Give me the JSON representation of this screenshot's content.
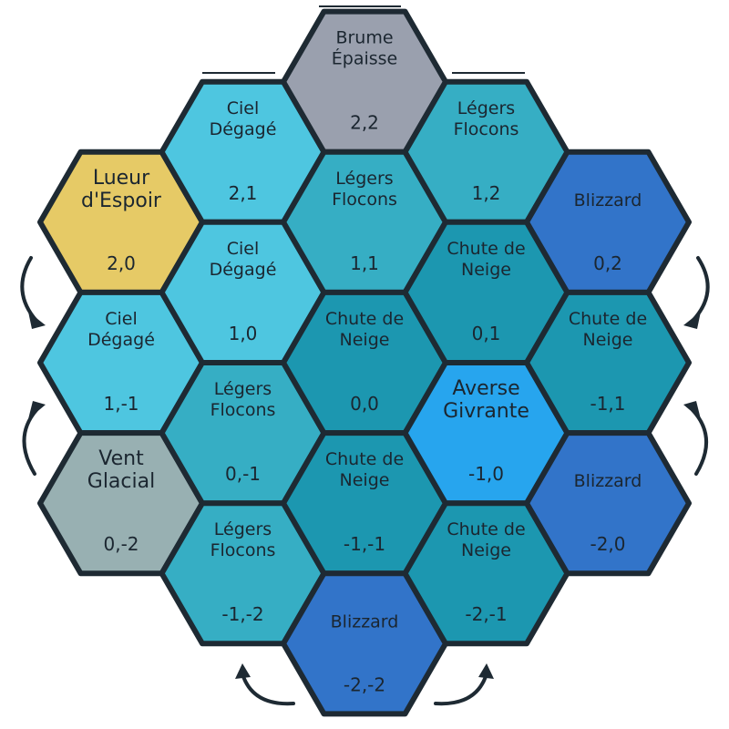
{
  "terrain_colors": {
    "lueur": "#E6CA66",
    "ciel": "#4EC6E0",
    "flocons": "#36AEC4",
    "chute": "#1C97B0",
    "averse": "#27A5EE",
    "blizzard": "#3274C9",
    "vent": "#98B0B2",
    "brume": "#9AA0AE"
  },
  "cells": [
    {
      "q": 2,
      "r": 0,
      "name": [
        "Lueur",
        "d'Espoir"
      ],
      "coord": "2,0",
      "terrain": "lueur"
    },
    {
      "q": 1,
      "r": -1,
      "name": [
        "Ciel",
        "Dégagé"
      ],
      "coord": "1,-1",
      "terrain": "ciel"
    },
    {
      "q": 2,
      "r": 1,
      "name": [
        "Ciel",
        "Dégagé"
      ],
      "coord": "2,1",
      "terrain": "ciel"
    },
    {
      "q": 1,
      "r": 0,
      "name": [
        "Ciel",
        "Dégagé"
      ],
      "coord": "1,0",
      "terrain": "ciel"
    },
    {
      "q": 0,
      "r": -2,
      "name": [
        "Vent",
        "Glacial"
      ],
      "coord": "0,-2",
      "terrain": "vent"
    },
    {
      "q": 2,
      "r": 2,
      "name": [
        "Brume",
        "Épaisse"
      ],
      "coord": "2,2",
      "terrain": "brume"
    },
    {
      "q": 0,
      "r": -1,
      "name": [
        "Légers",
        "Flocons"
      ],
      "coord": "0,-1",
      "terrain": "flocons"
    },
    {
      "q": 1,
      "r": 1,
      "name": [
        "Légers",
        "Flocons"
      ],
      "coord": "1,1",
      "terrain": "flocons"
    },
    {
      "q": -1,
      "r": -2,
      "name": [
        "Légers",
        "Flocons"
      ],
      "coord": "-1,-2",
      "terrain": "flocons"
    },
    {
      "q": 1,
      "r": 2,
      "name": [
        "Légers",
        "Flocons"
      ],
      "coord": "1,2",
      "terrain": "flocons"
    },
    {
      "q": 0,
      "r": 0,
      "name": [
        "Chute de",
        "Neige"
      ],
      "coord": "0,0",
      "terrain": "chute"
    },
    {
      "q": -1,
      "r": -1,
      "name": [
        "Chute de",
        "Neige"
      ],
      "coord": "-1,-1",
      "terrain": "chute"
    },
    {
      "q": 0,
      "r": 1,
      "name": [
        "Chute de",
        "Neige"
      ],
      "coord": "0,1",
      "terrain": "chute"
    },
    {
      "q": -1,
      "r": 0,
      "name": [
        "Averse",
        "Givrante"
      ],
      "coord": "-1,0",
      "terrain": "averse"
    },
    {
      "q": -2,
      "r": -2,
      "name": [
        "Blizzard"
      ],
      "coord": "-2,-2",
      "terrain": "blizzard"
    },
    {
      "q": 0,
      "r": 2,
      "name": [
        "Blizzard"
      ],
      "coord": "0,2",
      "terrain": "blizzard"
    },
    {
      "q": -2,
      "r": -1,
      "name": [
        "Chute de",
        "Neige"
      ],
      "coord": "-2,-1",
      "terrain": "chute"
    },
    {
      "q": -1,
      "r": 1,
      "name": [
        "Chute de",
        "Neige"
      ],
      "coord": "-1,1",
      "terrain": "chute"
    },
    {
      "q": -2,
      "r": 0,
      "name": [
        "Blizzard"
      ],
      "coord": "-2,0",
      "terrain": "blizzard"
    }
  ]
}
